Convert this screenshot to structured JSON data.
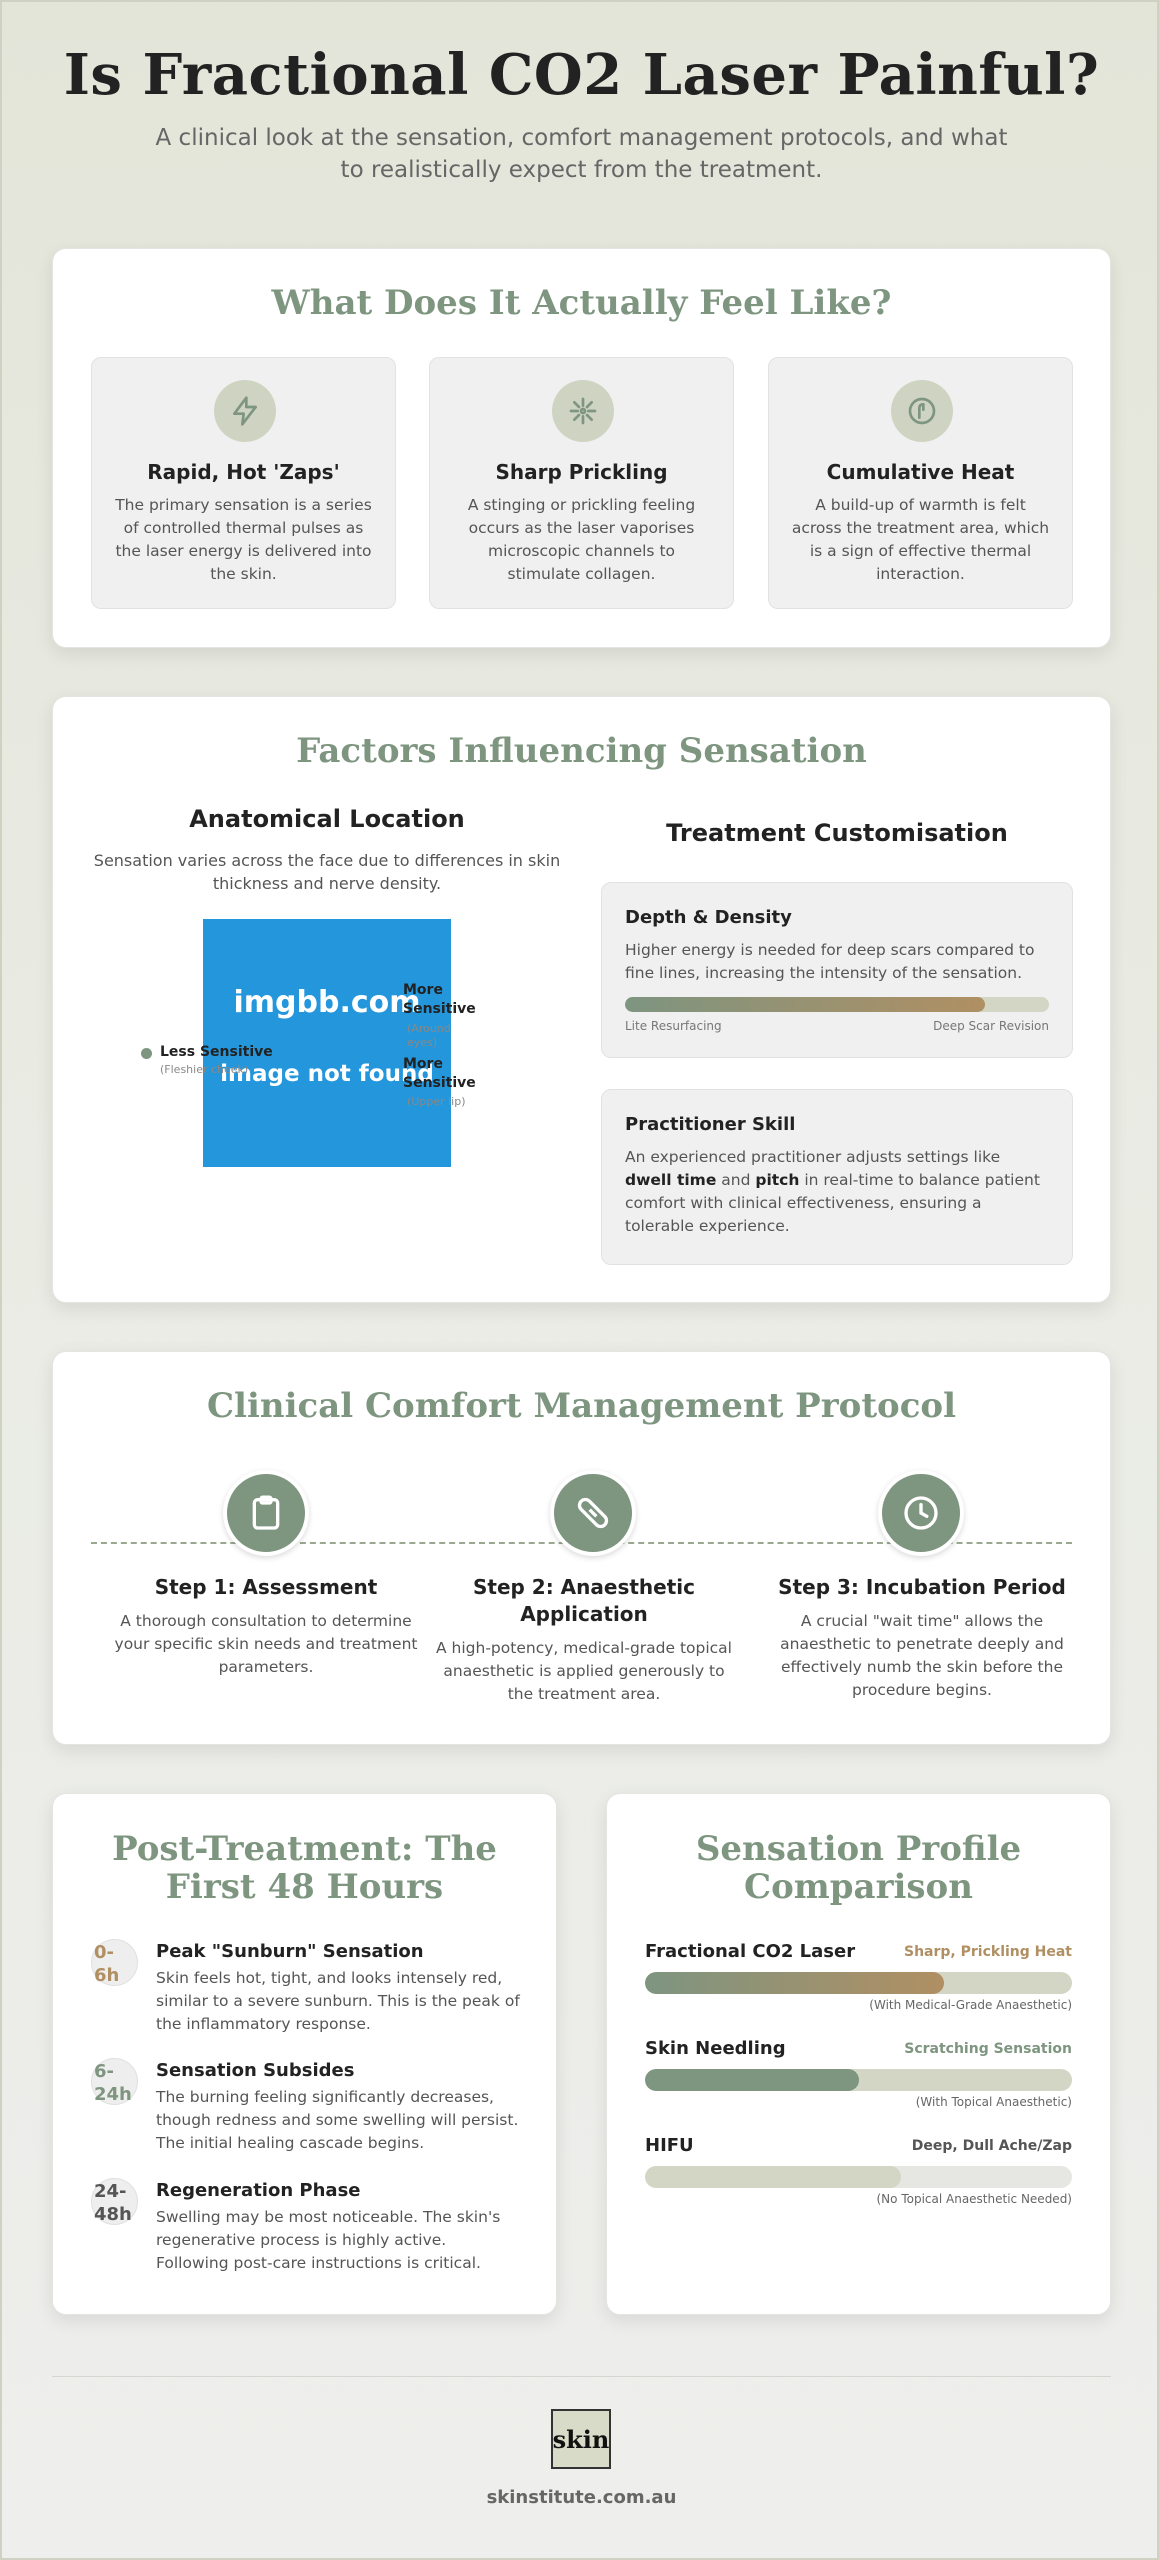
{
  "header": {
    "title": "Is Fractional CO2 Laser Painful?",
    "subtitle": "A clinical look at the sensation, comfort management protocols, and what to realistically expect from the treatment."
  },
  "feel": {
    "title": "What Does It Actually Feel Like?",
    "items": [
      {
        "icon": "lightning-bolt-icon",
        "title": "Rapid, Hot 'Zaps'",
        "text": "The primary sensation is a series of controlled thermal pulses as the laser energy is delivered into the skin."
      },
      {
        "icon": "needle-burst-icon",
        "title": "Sharp Prickling",
        "text": "A stinging or prickling feeling occurs as the laser vaporises microscopic channels to stimulate collagen."
      },
      {
        "icon": "heat-gauge-icon",
        "title": "Cumulative Heat",
        "text": "A build-up of warmth is felt across the treatment area, which is a sign of effective thermal interaction."
      }
    ]
  },
  "factors": {
    "title": "Factors Influencing Sensation",
    "anatomy": {
      "title": "Anatomical Location",
      "text": "Sensation varies across the face due to differences in skin thickness and nerve density.",
      "image_text_1": "imgbb.com",
      "image_text_2": "image not found",
      "less_label": "Less Sensitive",
      "less_sub": "(Fleshier cheek)",
      "more1_label": "More Sensitive",
      "more1_sub": "(Around eyes)",
      "more2_label": "More Sensitive",
      "more2_sub": "(Upper lip)"
    },
    "custom": {
      "title": "Treatment Customisation",
      "depth_title": "Depth & Density",
      "depth_text": "Higher energy is needed for deep scars compared to fine lines, increasing the intensity of the sensation.",
      "depth_level": 0.85,
      "depth_left": "Lite Resurfacing",
      "depth_right": "Deep Scar Revision",
      "skill_title": "Practitioner Skill",
      "skill_text_1": "An experienced practitioner adjusts settings like ",
      "skill_bold_1": "dwell time",
      "skill_text_2": " and ",
      "skill_bold_2": "pitch",
      "skill_text_3": " in real-time to balance patient comfort with clinical effectiveness, ensuring a tolerable experience."
    }
  },
  "protocol": {
    "title": "Clinical Comfort Management Protocol",
    "steps": [
      {
        "icon": "clipboard-icon",
        "title": "Step 1: Assessment",
        "text": "A thorough consultation to determine your specific skin needs and treatment parameters."
      },
      {
        "icon": "bandage-icon",
        "title": "Step 2: Anaesthetic Application",
        "text": "A high-potency, medical-grade topical anaesthetic is applied generously to the treatment area."
      },
      {
        "icon": "clock-icon",
        "title": "Step 3: Incubation Period",
        "text": "A crucial \"wait time\" allows the anaesthetic to penetrate deeply and effectively numb the skin before the procedure begins."
      }
    ]
  },
  "post": {
    "title": "Post-Treatment: The First 48 Hours",
    "items": [
      {
        "time": "0-6h",
        "title": "Peak \"Sunburn\" Sensation",
        "text": "Skin feels hot, tight, and looks intensely red, similar to a severe sunburn. This is the peak of the inflammatory response.",
        "color": "#b08f63"
      },
      {
        "time": "6-24h",
        "title": "Sensation Subsides",
        "text": "The burning feeling significantly decreases, though redness and some swelling will persist. The initial healing cascade begins.",
        "color": "#7e9580"
      },
      {
        "time": "24-48h",
        "title": "Regeneration Phase",
        "text": "Swelling may be most noticeable. The skin's regenerative process is highly active. Following post-care instructions is critical.",
        "color": "#555555"
      }
    ]
  },
  "profile": {
    "title": "Sensation Profile Comparison",
    "items": [
      {
        "name": "Fractional CO2 Laser",
        "desc": "Sharp, Prickling Heat",
        "note": "(With Medical-Grade Anaesthetic)",
        "level": 0.7,
        "desc_color": "#b08f63"
      },
      {
        "name": "Skin Needling",
        "desc": "Scratching Sensation",
        "note": "(With Topical Anaesthetic)",
        "level": 0.5,
        "desc_color": "#7e9580"
      },
      {
        "name": "HIFU",
        "desc": "Deep, Dull Ache/Zap",
        "note": "(No Topical Anaesthetic Needed)",
        "level": 0.6,
        "desc_color": "#555555"
      }
    ]
  },
  "footer": {
    "logo_text": "skin",
    "url": "skinstitute.com.au"
  },
  "colors": {
    "sage": "#7e9580",
    "bronze": "#b08f63",
    "light_sage": "#d3d6c5"
  }
}
